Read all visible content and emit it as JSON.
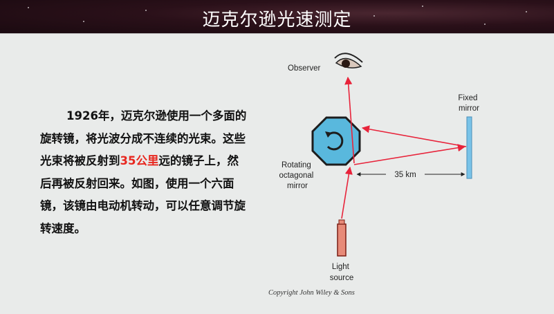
{
  "title": "迈克尔逊光速测定",
  "paragraph": {
    "before": "1926年，迈克尔逊使用一个多面的旋转镜，将光波分成不连续的光束。这些光束将被反射到",
    "highlight": "35公里",
    "after": "远的镜子上，然后再被反射回来。如图，使用一个六面镜，该镜由电动机转动，可以任意调节旋转速度。"
  },
  "diagram": {
    "observer_label": "Observer",
    "fixed_mirror_label": [
      "Fixed",
      "mirror"
    ],
    "rotating_mirror_label": [
      "Rotating",
      "octagonal",
      "mirror"
    ],
    "distance_label": "35 km",
    "light_source_label": [
      "Light",
      "source"
    ]
  },
  "copyright": "Copyright John Wiley & Sons",
  "colors": {
    "beam": "#e8233a",
    "octagon": "#59b8dd",
    "fixed_mirror": "#79c3e8",
    "light_source": "#e78a78",
    "highlight": "#e8271f"
  }
}
